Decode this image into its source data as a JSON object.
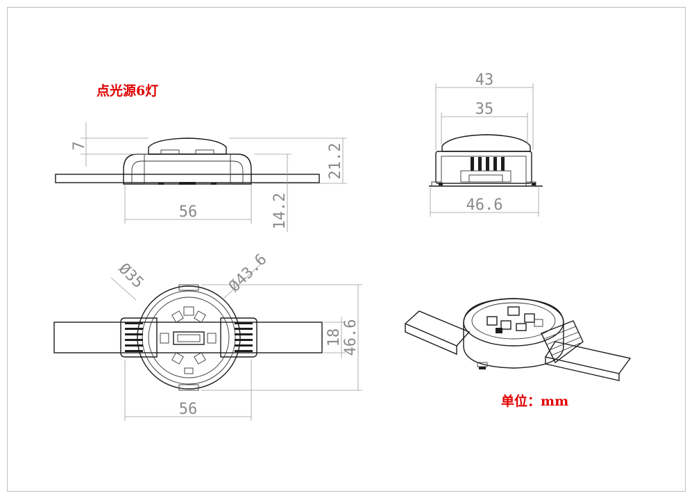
{
  "title_label": "点光源6灯",
  "unit_label": "单位：mm",
  "label_color": "#e00000",
  "side_view": {
    "height_led": "7",
    "height_total": "21.2",
    "width": "56",
    "height_body": "14.2"
  },
  "front_view": {
    "top_outer": "43",
    "top_inner": "35",
    "bottom_width": "46.6"
  },
  "top_view": {
    "diameter_inner": "Ø35",
    "diameter_outer": "Ø43.6",
    "width": "56",
    "cable_width": "18",
    "diameter": "46.6"
  }
}
